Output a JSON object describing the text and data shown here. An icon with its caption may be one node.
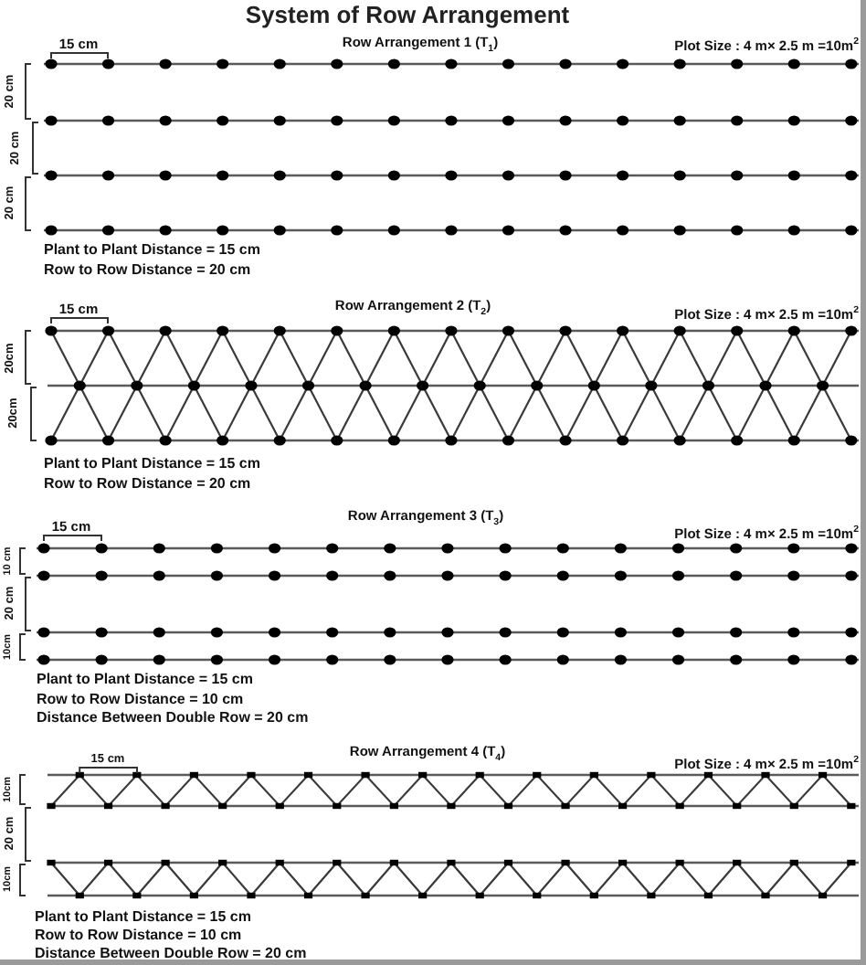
{
  "diagram": {
    "title": "System of Row Arrangement",
    "labels": [
      "15 cm",
      "Row Arrangement 1 (T$_{1}$)",
      "Plot Size : 4 m× 2.5 m =10m$^{2}$",
      "20 cm",
      "20 cm",
      "20 cm",
      "Plant to Plant Distance = 15 cm",
      "Row to Row Distance = 20 cm",
      "15 cm",
      "Row Arrangement 2 (T$_{2}$)",
      "Plot Size : 4 m× 2.5 m =10m$^{2}$",
      "20cm",
      "20cm",
      "Plant to Plant Distance = 15 cm",
      "Row to Row Distance = 20 cm",
      "Row Arrangement 3 (T$_{3}$)",
      "15 cm",
      "Plot Size : 4 m× 2.5 m =10m$^{2}$",
      "10 cm",
      "20 cm",
      "10cm",
      "Plant to Plant Distance = 15 cm",
      "Row to Row Distance = 10 cm",
      "Distance Between Double Row = 20 cm",
      "Row Arrangement 4 (T$_{4}$)",
      "15 cm",
      "Plot Size : 4 m× 2.5 m =10m$^{2}$",
      "10cm",
      "20 cm",
      "10cm",
      "Plant to Plant Distance = 15 cm",
      "Row to Row Distance = 10 cm",
      "Distance Between Double Row = 20 cm"
    ]
  }
}
